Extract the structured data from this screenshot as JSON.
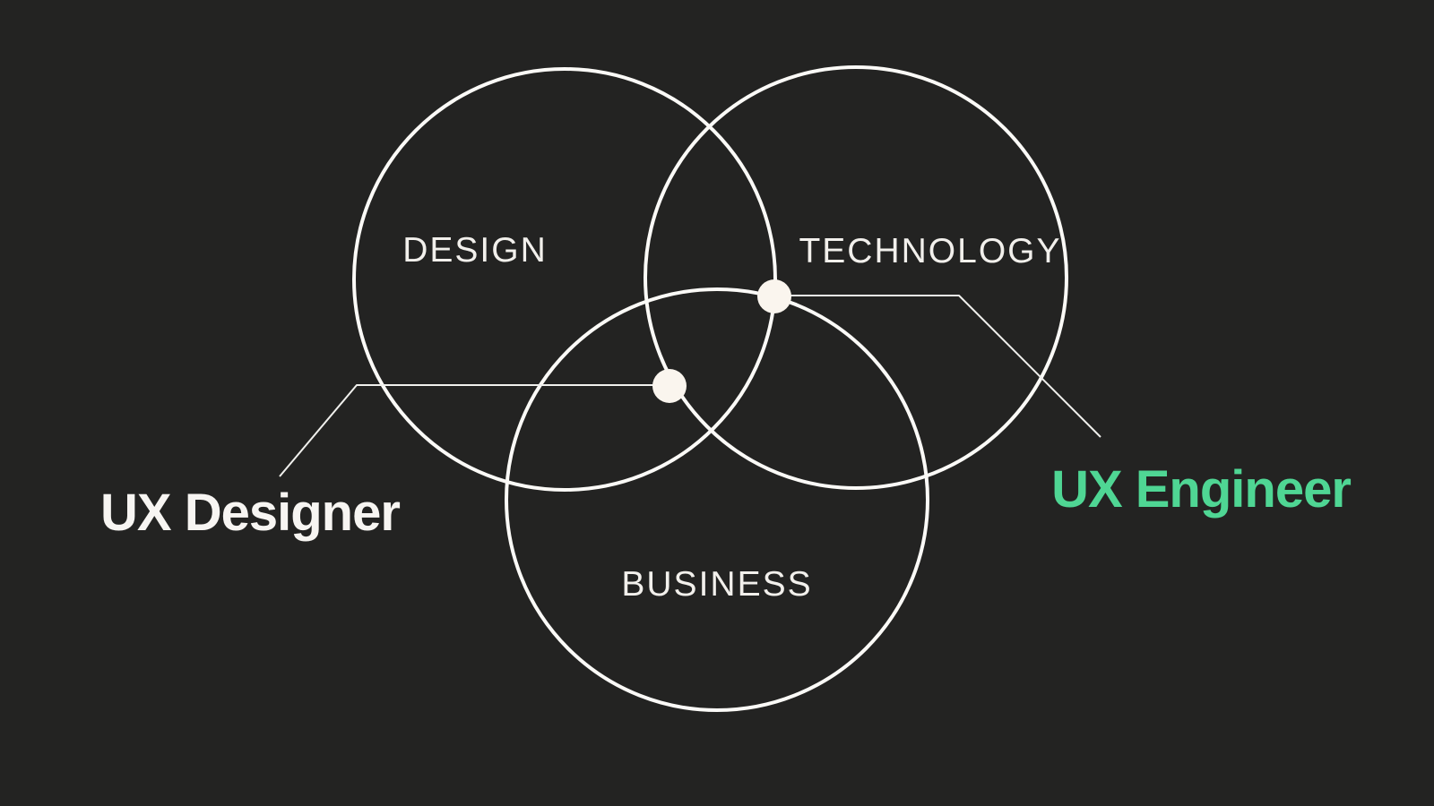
{
  "diagram": {
    "type": "venn-3",
    "background_color": "#232322",
    "circles": [
      {
        "id": "design",
        "label": "DESIGN"
      },
      {
        "id": "technology",
        "label": "TECHNOLOGY"
      },
      {
        "id": "business",
        "label": "BUSINESS"
      }
    ],
    "callouts": [
      {
        "id": "ux-designer",
        "label": "UX Designer",
        "color": "#f7f5f2"
      },
      {
        "id": "ux-engineer",
        "label": "UX Engineer",
        "color": "#4fd694"
      }
    ],
    "colors": {
      "circle_stroke": "#fbfaf7",
      "dot_fill": "#faf5ee",
      "connector_line": "#f0f0ed",
      "circle_label_text": "#f2f0ec"
    }
  }
}
